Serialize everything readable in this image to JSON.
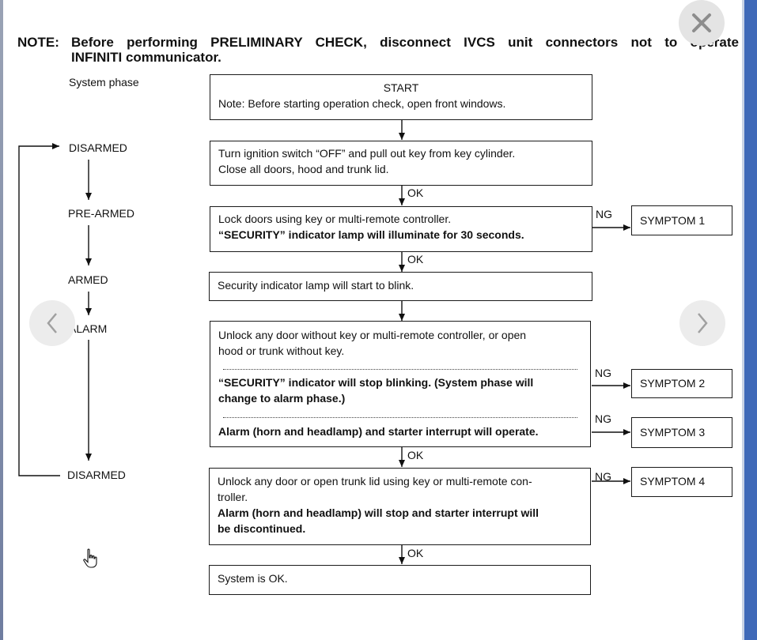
{
  "note": {
    "label": "NOTE:",
    "line1": "Before performing PRELIMINARY CHECK, disconnect IVCS unit connectors not to operate",
    "line2": "INFINITI communicator."
  },
  "system_phase": {
    "header": "System phase",
    "states": [
      "DISARMED",
      "PRE-ARMED",
      "ARMED",
      "ALARM",
      "DISARMED"
    ]
  },
  "flow": {
    "start": {
      "title": "START",
      "note": "Note: Before starting operation check, open front windows."
    },
    "step1": {
      "line1": "Turn ignition switch “OFF” and pull out key from key cylinder.",
      "line2": "Close all doors, hood and trunk lid."
    },
    "step2": {
      "line1": "Lock doors using key or multi-remote controller.",
      "line2": "“SECURITY” indicator lamp will illuminate for 30 seconds."
    },
    "step3": {
      "line1": "Security indicator lamp will start to blink."
    },
    "step4": {
      "line1": "Unlock any door without key or multi-remote controller, or open",
      "line2": "hood or trunk without key.",
      "line3": "“SECURITY” indicator will stop blinking. (System phase will",
      "line4": "change to alarm phase.)",
      "line5": "Alarm (horn and headlamp) and starter interrupt will operate."
    },
    "step5": {
      "line1": "Unlock any door or open trunk lid using key or multi-remote con-",
      "line2": "troller.",
      "line3": "Alarm (horn and headlamp) will stop and starter interrupt will",
      "line4": "be discontinued."
    },
    "step6": {
      "line1": "System is OK."
    },
    "ok_label": "OK",
    "ng_label": "NG",
    "symptoms": [
      "SYMPTOM 1",
      "SYMPTOM 2",
      "SYMPTOM 3",
      "SYMPTOM 4"
    ]
  },
  "viewer": {
    "close_icon": "close-icon",
    "prev_icon": "chevron-left-icon",
    "next_icon": "chevron-right-icon",
    "cursor_icon": "hand-cursor-icon",
    "accent_color": "#3f69b8"
  }
}
